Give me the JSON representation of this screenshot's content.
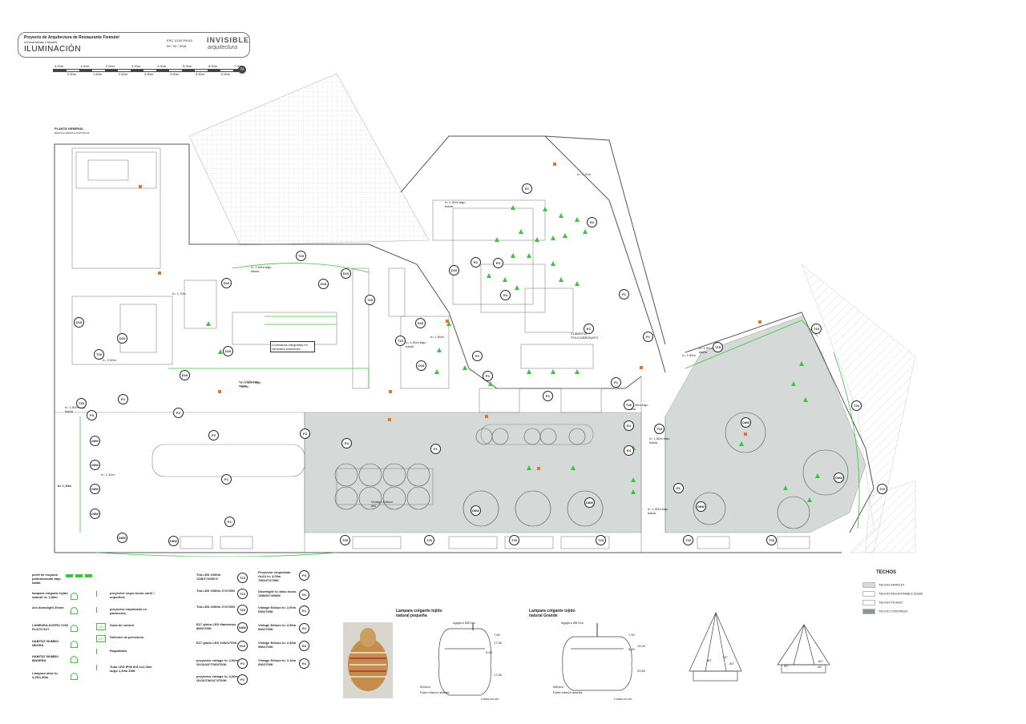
{
  "header": {
    "project_line1": "Proyecto de Arquitectura de Restaurante Fismulel",
    "project_line2": "c/Covarrubias 1 Madrid",
    "sheet_title": "ILUMINACIÓN",
    "scale": "ESC 1/100 EN A3",
    "date": "09 / 02 / 2018",
    "brand_top": "INVISIBLE",
    "brand_bottom": "arquitectura"
  },
  "scale_bar": {
    "top_labels": [
      "0.00m",
      "1.00m",
      "2.00m",
      "3.00m",
      "4.00m",
      "5.00m",
      "6.00m",
      "7.00m"
    ],
    "bottom_labels": [
      "0.50m",
      "1.50m",
      "2.50m",
      "3.50m",
      "4.50m",
      "5.50m",
      "6.50m"
    ]
  },
  "plan": {
    "title": "PLANTA GENERAL",
    "subtitle": "ESCALA GRÁFICA 1/100 EN A3",
    "annotations": {
      "luminarias": "Luminarias integradas en campana extractora",
      "cubierta": "CUBIERTA POLICARBONATO",
      "vintage": "Vintage Edison 6W"
    },
    "heights": [
      "h= 1,50m bajo balda",
      "h= 1,70m",
      "h= 2,00m",
      "h= 1,50m bajo balda",
      "h= 1,80m",
      "h= 1,50m bajo balda",
      "h= 1,10m",
      "h= 2,10m",
      "h= 1,10m",
      "h= 1,50m bajo balda",
      "h= 1,50m bajo balda",
      "h= 1,50m bajo balda",
      "h= 1,90m",
      "h= 1,50m bajo balda",
      "h= 1,50m bajo balda",
      "h= 1,50m bajo balda",
      "h= 1,10m",
      "h= 1,50m bajo balda"
    ]
  },
  "legend_left": [
    {
      "label": "perfil de esquina policarbonato bajo balda",
      "symbol": "bar"
    },
    {
      "label": "lampara colgante tejido natural h= 1,80m",
      "symbol": "lamp"
    },
    {
      "label": "Aro downlight 20mm",
      "symbol": "aro"
    },
    {
      "label": "LÁMPARA ACERO CON PLATO E27",
      "symbol": "lamp"
    },
    {
      "label": "HABITAT BUMBO NEGRA",
      "symbol": "lamp"
    },
    {
      "label": "HABITAT BUMBO MADERA",
      "symbol": "lamp"
    },
    {
      "label": "Lámpara obra h= 3,35/1,80m",
      "symbol": "lamp"
    }
  ],
  "legend_mid": [
    {
      "label": "proyector negro techo carril / superficie",
      "symbol": "proj"
    },
    {
      "label": "proyector empotrado en pavimento",
      "symbol": "proj"
    },
    {
      "label": "Zona de control",
      "symbol": "zc"
    },
    {
      "label": "Detector de presencia",
      "symbol": "dp"
    },
    {
      "label": "Regulables",
      "symbol": "reg"
    },
    {
      "label": "Tubo LED IP66 IK8 h=2,30m largo 1,30m 20W",
      "symbol": "tube"
    }
  ],
  "legend_circles_a": [
    {
      "code": "T15",
      "text": "Tira LED 10W/m 12W/1°/4000 K"
    },
    {
      "code": "T10",
      "text": "Tira LED 10W/m 3°/2700K"
    },
    {
      "code": "T20",
      "text": "Tira LED 20W/m 3°/2700K"
    },
    {
      "code": "D8W",
      "text": "E27 globo LED filamentos 8W/2700K"
    },
    {
      "code": "D10",
      "text": "E27 globo LED 10W/2700K"
    },
    {
      "code": "P1",
      "text": "proyector vintage h= 3,00m GU10/43°/7W/2700K"
    },
    {
      "code": "P2",
      "text": "proyector vintage h= 3,00m GU10/7W/24°/2700K"
    }
  ],
  "legend_circles_b": [
    {
      "code": "P3",
      "text": "Proyector empotrado Gu10 h= 3,00m 7W/24°/2700K"
    },
    {
      "code": "D1",
      "text": "Downlight h= falso techo 15W/60°/4000K"
    },
    {
      "code": "E1",
      "text": "Vintage Edison h= 2,00m 6W/2700K"
    },
    {
      "code": "E2",
      "text": "Vintage Edison h= 2,50m 6W/2700K"
    },
    {
      "code": "E3",
      "text": "Vintage Edison h= 2,30m 3W/2700K"
    },
    {
      "code": "E4",
      "text": "Vintage Edison h= 2,10m 6W/2700K"
    }
  ],
  "lamp_small": {
    "title": "Lampara colgante tejido natural pequeña",
    "top": "Agujero Ø67cm",
    "dims": [
      "7,50",
      "17,50",
      "5,00",
      "17,50"
    ],
    "base": "Ø15cm",
    "note1": "Parte inferior abierta",
    "note2": "Cotas en cm"
  },
  "lamp_large": {
    "title": "Lampara colgante tejido natural Grande",
    "top": "Agujero Ø67cm",
    "dims": [
      "7,00",
      "15,00",
      "6,00",
      "29,80"
    ],
    "base": "Ø60cm",
    "note1": "Parte inferior abierta",
    "note2": "Cotas en cm"
  },
  "techos": {
    "title": "TECHOS",
    "items": [
      {
        "label": "TECHO KRAKUIT",
        "color": "#d6dada"
      },
      {
        "label": "TECHO REGISTRABLE 60x60",
        "color": "#ffffff"
      },
      {
        "label": "TECHO PICADO",
        "color": "#ffffff"
      },
      {
        "label": "TECHO CONTINUO",
        "color": "#8a9696"
      }
    ]
  },
  "cones": {
    "a": [
      "50°",
      "24°",
      "30°"
    ],
    "b": [
      "30°",
      "60°",
      "45°"
    ]
  },
  "colors": {
    "accent": "#39c43a",
    "ceiling": "#d5dad9",
    "brand": "#555555"
  }
}
